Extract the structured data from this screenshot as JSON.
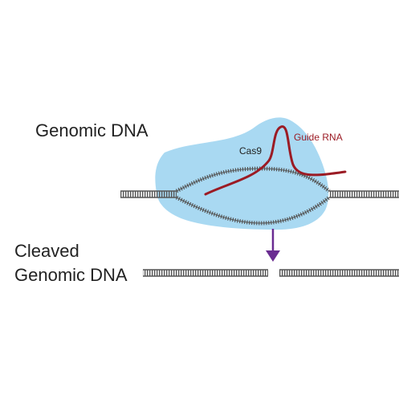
{
  "labels": {
    "genomic_dna": "Genomic DNA",
    "cleaved_line1": "Cleaved",
    "cleaved_line2": "Genomic DNA",
    "cas9": "Cas9",
    "guide_rna": "Guide RNA"
  },
  "colors": {
    "cas9_blob": "#a9d9f2",
    "guide_rna": "#9b1b24",
    "dna": "#555555",
    "arrow": "#6a2c91",
    "text": "#222222"
  }
}
